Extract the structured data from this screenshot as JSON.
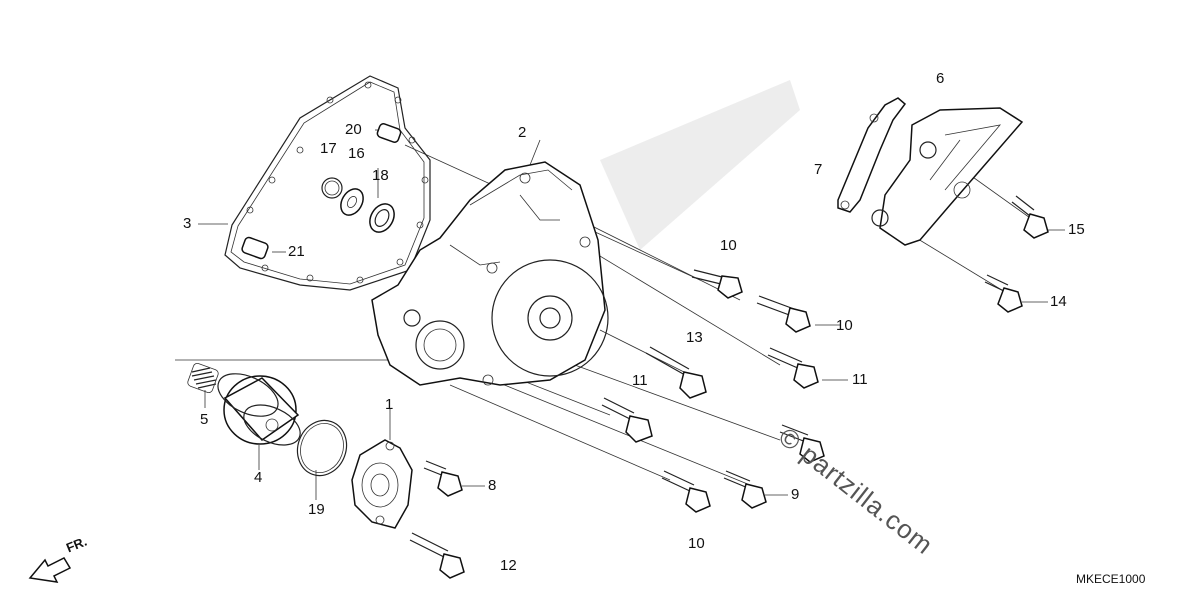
{
  "diagram_code": "MKECE1000",
  "front_label": "FR.",
  "watermark": "© partzilla.com",
  "callouts": {
    "c1": "1",
    "c2": "2",
    "c3": "3",
    "c4": "4",
    "c5": "5",
    "c6": "6",
    "c7": "7",
    "c8": "8",
    "c9": "9",
    "c10a": "10",
    "c10b": "10",
    "c10c": "10",
    "c11a": "11",
    "c11b": "11",
    "c12": "12",
    "c13": "13",
    "c14": "14",
    "c15": "15",
    "c16": "16",
    "c17": "17",
    "c18": "18",
    "c19": "19",
    "c20": "20",
    "c21": "21"
  }
}
